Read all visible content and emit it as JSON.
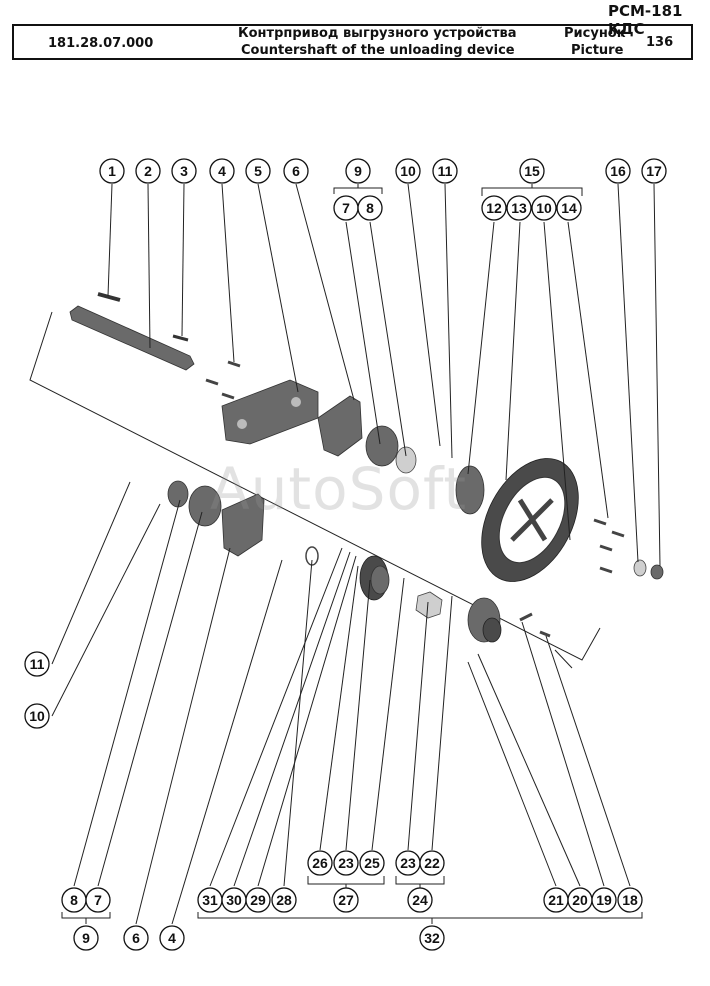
{
  "header": {
    "model": "РСМ-181 КДС",
    "part_number": "181.28.07.000",
    "title_ru": "Контрпривод выгрузного устройства",
    "title_en": "Countershaft of the unloading device",
    "picture_label_ru": "Рисунок",
    "picture_label_en": "Picture",
    "picture_number": "136"
  },
  "watermark": "AutoSoft",
  "callouts": [
    {
      "id": "c1",
      "label": "1"
    },
    {
      "id": "c2",
      "label": "2"
    },
    {
      "id": "c3",
      "label": "3"
    },
    {
      "id": "c4t",
      "label": "4"
    },
    {
      "id": "c5",
      "label": "5"
    },
    {
      "id": "c6t",
      "label": "6"
    },
    {
      "id": "c9t",
      "label": "9"
    },
    {
      "id": "c7t",
      "label": "7"
    },
    {
      "id": "c8t",
      "label": "8"
    },
    {
      "id": "c10t",
      "label": "10"
    },
    {
      "id": "c11t",
      "label": "11"
    },
    {
      "id": "c15",
      "label": "15"
    },
    {
      "id": "c12",
      "label": "12"
    },
    {
      "id": "c13",
      "label": "13"
    },
    {
      "id": "c10u",
      "label": "10"
    },
    {
      "id": "c14",
      "label": "14"
    },
    {
      "id": "c16",
      "label": "16"
    },
    {
      "id": "c17",
      "label": "17"
    },
    {
      "id": "c11l",
      "label": "11"
    },
    {
      "id": "c10l",
      "label": "10"
    },
    {
      "id": "c8b",
      "label": "8"
    },
    {
      "id": "c7b",
      "label": "7"
    },
    {
      "id": "c9b",
      "label": "9"
    },
    {
      "id": "c6b",
      "label": "6"
    },
    {
      "id": "c4b",
      "label": "4"
    },
    {
      "id": "c31",
      "label": "31"
    },
    {
      "id": "c30",
      "label": "30"
    },
    {
      "id": "c29",
      "label": "29"
    },
    {
      "id": "c28",
      "label": "28"
    },
    {
      "id": "c26",
      "label": "26"
    },
    {
      "id": "c23a",
      "label": "23"
    },
    {
      "id": "c25",
      "label": "25"
    },
    {
      "id": "c27",
      "label": "27"
    },
    {
      "id": "c23b",
      "label": "23"
    },
    {
      "id": "c22",
      "label": "22"
    },
    {
      "id": "c24",
      "label": "24"
    },
    {
      "id": "c21",
      "label": "21"
    },
    {
      "id": "c20",
      "label": "20"
    },
    {
      "id": "c19",
      "label": "19"
    },
    {
      "id": "c18",
      "label": "18"
    },
    {
      "id": "c32",
      "label": "32"
    }
  ]
}
